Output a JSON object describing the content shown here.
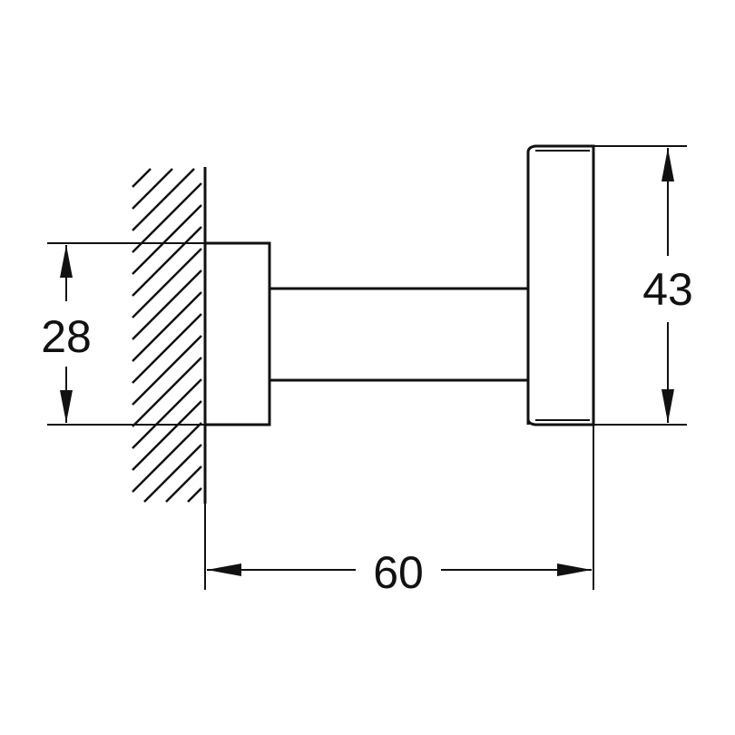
{
  "dimensions": {
    "height_left": "28",
    "height_right": "43",
    "width_bottom": "60"
  },
  "colors": {
    "line": "#111111",
    "background": "#ffffff"
  }
}
